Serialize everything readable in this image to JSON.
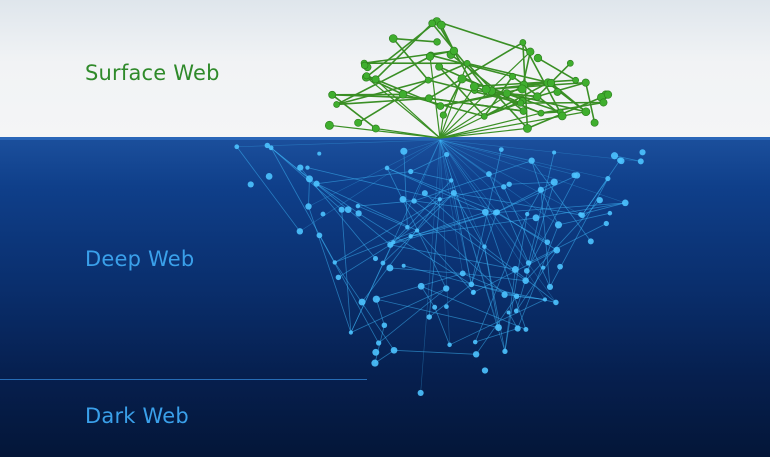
{
  "labels": {
    "surface": "Surface Web",
    "deep": "Deep Web",
    "dark": "Dark Web"
  },
  "colors": {
    "surface_text": "#2f8a2a",
    "deep_text": "#3aa0ea",
    "surface_network": "#3fae2e",
    "deep_network": "#3cb4f5"
  }
}
